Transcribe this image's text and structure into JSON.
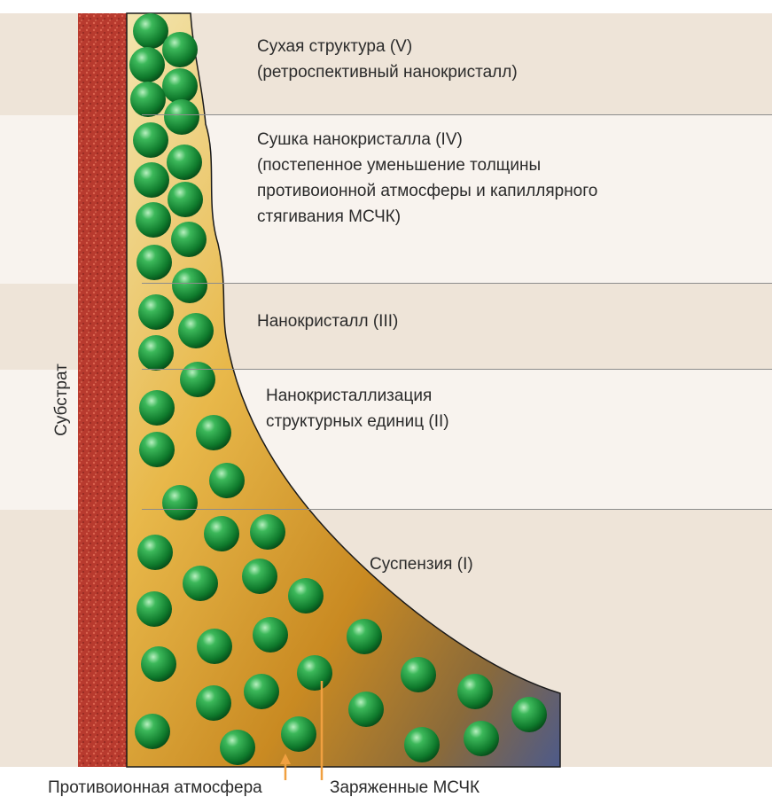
{
  "substrate_label": "Субстрат",
  "zones": [
    {
      "id": "V",
      "lines": [
        "Сухая структура (V)",
        "(ретроспективный нанокристалл)"
      ]
    },
    {
      "id": "IV",
      "lines": [
        "Сушка нанокристалла (IV)",
        "(постепенное уменьшение толщины",
        "противоионной атмосферы и капиллярного",
        "стягивания МСЧК)"
      ]
    },
    {
      "id": "III",
      "lines": [
        "Нанокристалл (III)"
      ]
    },
    {
      "id": "II",
      "lines": [
        "Нанокристаллизация",
        "структурных единиц (II)"
      ]
    },
    {
      "id": "I",
      "lines": [
        "Суспензия (I)"
      ]
    }
  ],
  "callouts": {
    "counterion": "Противоионная атмосфера",
    "charged": "Заряженные МСЧК"
  },
  "colors": {
    "band_dark": "#eee4d8",
    "band_light": "#f8f3ee",
    "substrate": "#c0392b",
    "particle": "#1e8c3a",
    "suspension": "#e0a030",
    "callout_line": "#f0a040"
  }
}
